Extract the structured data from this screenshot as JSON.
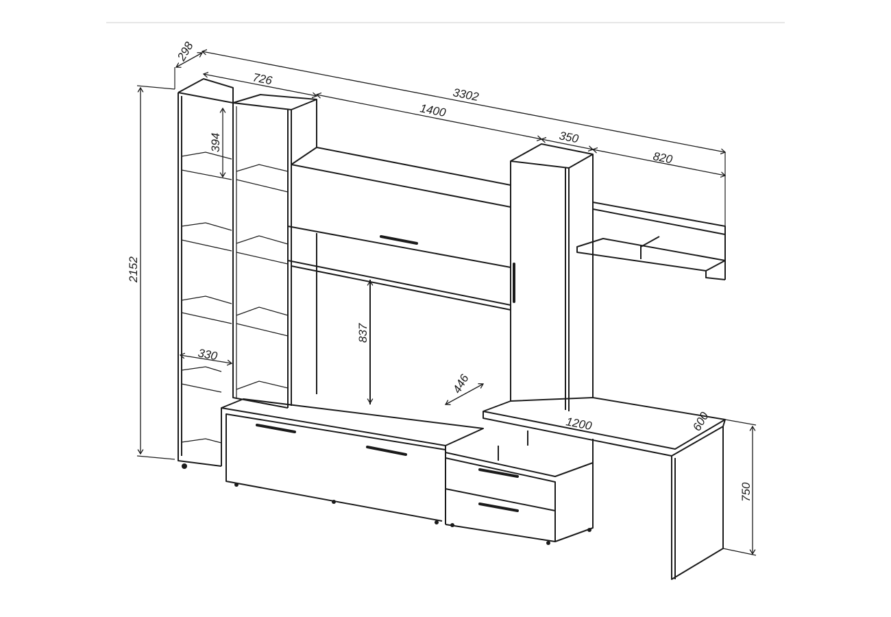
{
  "dimensions": {
    "depth_top": "298",
    "shelf_width": "726",
    "total_width": "3302",
    "middle_width": "1400",
    "column_width": "350",
    "wall_shelf_width": "820",
    "shelf_spacing": "394",
    "total_height": "2152",
    "shelf_depth": "330",
    "tv_niche_height": "837",
    "cabinet_depth": "446",
    "desk_width": "1200",
    "desk_depth": "600",
    "desk_height": "750"
  }
}
